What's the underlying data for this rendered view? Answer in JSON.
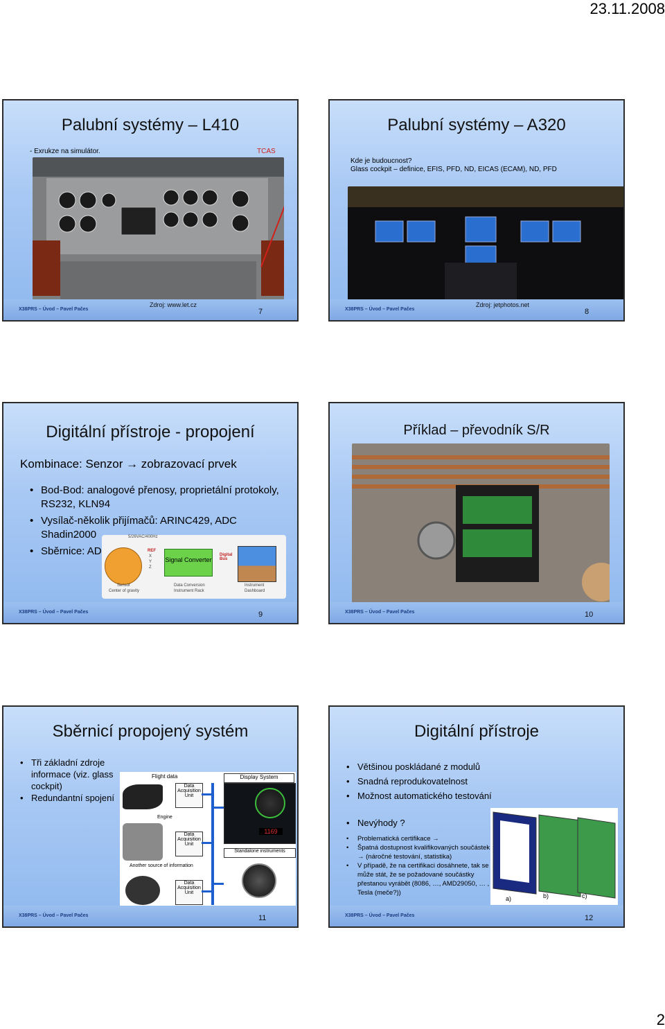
{
  "header": {
    "date": "23.11.2008"
  },
  "page_number": "2",
  "footer_text": "X38PRS – Úvod – Pavel Pačes",
  "slides": {
    "s7": {
      "title": "Palubní systémy – L410",
      "subtitle": "- Exrukze na  simulátor.",
      "tcas_label": "TCAS",
      "source": "Zdroj: www.let.cz",
      "number": "7"
    },
    "s8": {
      "title": "Palubní systémy – A320",
      "line1": "Kde je budoucnost?",
      "line2": "Glass cockpit – definice, EFIS, PFD, ND, EICAS (ECAM), ND, PFD",
      "source": "Zdroj: jetphotos.net",
      "number": "8"
    },
    "s9": {
      "title": "Digitální přístroje - propojení",
      "intro": "Kombinace: Senzor → zobrazovací prvek",
      "bullets": [
        "Bod-Bod:  analogové přenosy, proprietální protokoly, RS232, KLN94",
        "Vysílač-několik přijímačů: ARINC429, ADC Shadin2000",
        "Sběrnice: ADFX"
      ],
      "diagram": {
        "power": "5/26VAC/400Hz",
        "ref_lines": [
          "REF",
          "X",
          "Y",
          "Z"
        ],
        "converter": "Signal Converter",
        "digital_bus": "Digital Bus",
        "sensor_label": "Sensor",
        "sensor_sub": "Center of gravity",
        "conv_label": "Data Conversion",
        "conv_sub": "Instrument Rack",
        "inst_label": "Instrument",
        "inst_sub": "Dashboard"
      },
      "number": "9"
    },
    "s10": {
      "title": "Příklad – převodník S/R",
      "number": "10"
    },
    "s11": {
      "title": "Sběrnicí propojený systém",
      "bullets": [
        "Tři základní zdroje informace (viz. glass cockpit)",
        "Redundantní spojení"
      ],
      "diagram": {
        "flight_data": "Flight data",
        "display_system": "Display System",
        "engine": "Engine",
        "another_source": "Another source of information",
        "dau": "Data Acquisition Unit",
        "standalone": "Standalone instruments",
        "readout": "1169"
      },
      "number": "11"
    },
    "s12": {
      "title": "Digitální přístroje",
      "bullets": [
        "Většinou poskládané z modulů",
        "Snadná reprodukovatelnost",
        "Možnost automatického testování"
      ],
      "bullet_q": "Nevýhody ?",
      "sub_bullets": [
        "Problematická certifikace →",
        "Špatná dostupnost kvalifikovaných součástek → (náročné testování, statistika)",
        "V případě, že na certifikaci dosáhnete, tak se může stát, že se požadované součástky přestanou vyrábět (8086, …, AMD29050, … , Tesla (meče?))"
      ],
      "fig_labels": [
        "a)",
        "b)",
        "c)"
      ],
      "number": "12"
    }
  },
  "colors": {
    "footer_text": "#1b3c82",
    "tcas": "#d0201a",
    "slide_bg": "#a9c9f4"
  }
}
